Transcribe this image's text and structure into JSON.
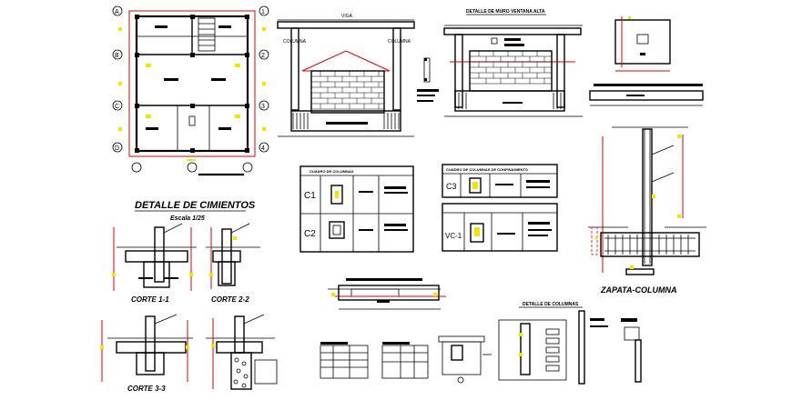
{
  "drawing": {
    "detalle_cimientos": {
      "title": "DETALLE DE CIMIENTOS",
      "scale": "Escala 1/25"
    },
    "cortes": {
      "corte_1_1": "CORTE 1-1",
      "corte_2_2": "CORTE 2-2",
      "corte_3_3": "CORTE 3-3"
    },
    "zapata": {
      "title": "ZAPATA-COLUMNA"
    },
    "cuadro_columnas": {
      "title": "CUADRO DE COLUMNAS",
      "rows": [
        "C1",
        "C2"
      ]
    },
    "cuadro_confinamiento": {
      "title": "CUADRO DE COLUMNAS DE CONFINAMIENTO",
      "rows": [
        "C3",
        "VC-1"
      ]
    },
    "muro_ventana": {
      "title": "DETALLE DE MURO VENTANA ALTA"
    },
    "elevation": {
      "left_label": "COLUMNA",
      "right_label": "COLUMNA",
      "top_label": "VIGA"
    },
    "plan": {
      "grid_letters": [
        "A",
        "B",
        "C",
        "D"
      ],
      "grid_numbers": [
        "1",
        "2",
        "3",
        "4"
      ]
    },
    "detalle_columnas": {
      "title": "DETALLE DE COLUMNAS"
    },
    "colors": {
      "line": "#000000",
      "dimension": "#e00000",
      "highlight": "#f5e400",
      "background": "#ffffff"
    }
  }
}
